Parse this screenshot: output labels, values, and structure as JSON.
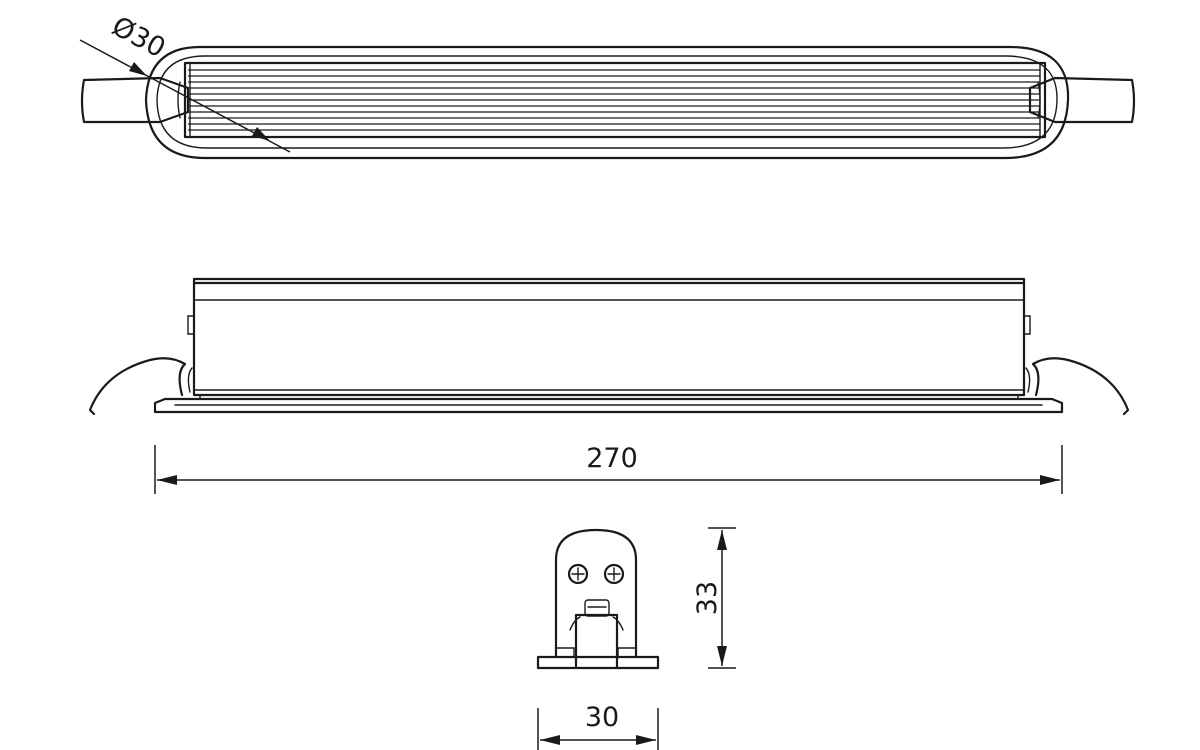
{
  "drawing": {
    "dimensions": {
      "diameter": "Ø30",
      "length": "270",
      "height": "33",
      "width": "30"
    },
    "colors": {
      "line": "#1a1a1a",
      "background": "#ffffff"
    }
  }
}
